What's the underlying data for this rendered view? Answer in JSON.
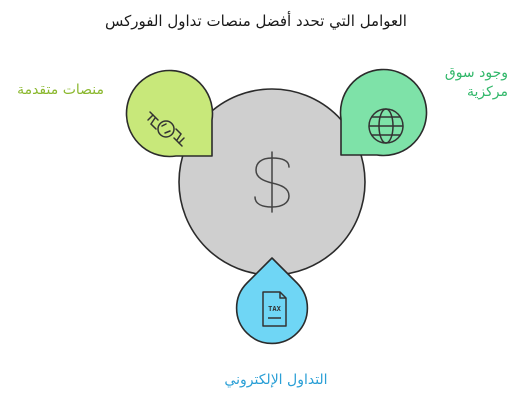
{
  "title": "العوامل التي تحدد أفضل منصات تداول الفوركس",
  "center": {
    "icon": "dollar-icon"
  },
  "factors": [
    {
      "label": "منصات متقدمة",
      "icon": "chain-link-icon",
      "color": "#c8e87a"
    },
    {
      "label": "وجود سوق مركزية",
      "icon": "globe-icon",
      "color": "#7ee2a8"
    },
    {
      "label": "التداول الإلكتروني",
      "icon": "tax-document-icon",
      "color": "#6fd6f5"
    }
  ],
  "colors": {
    "center_fill": "#cfcfcf",
    "stroke": "#2b2b2b"
  }
}
